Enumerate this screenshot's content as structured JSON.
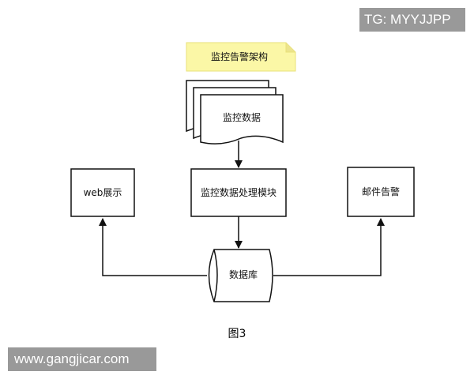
{
  "diagram": {
    "note": "监控告警架构",
    "monitoring_data": "监控数据",
    "processing_module": "监控数据处理模块",
    "web_display": "web展示",
    "mail_alert": "邮件告警",
    "database": "数据库",
    "caption": "图3"
  },
  "watermarks": {
    "top": "TG: MYYJJPP",
    "bottom": "www.gangjicar.com"
  },
  "colors": {
    "note_fill": "#fbf7a6",
    "note_border": "#e8e07a",
    "stroke": "#111111",
    "watermark_bg": "#999999"
  }
}
